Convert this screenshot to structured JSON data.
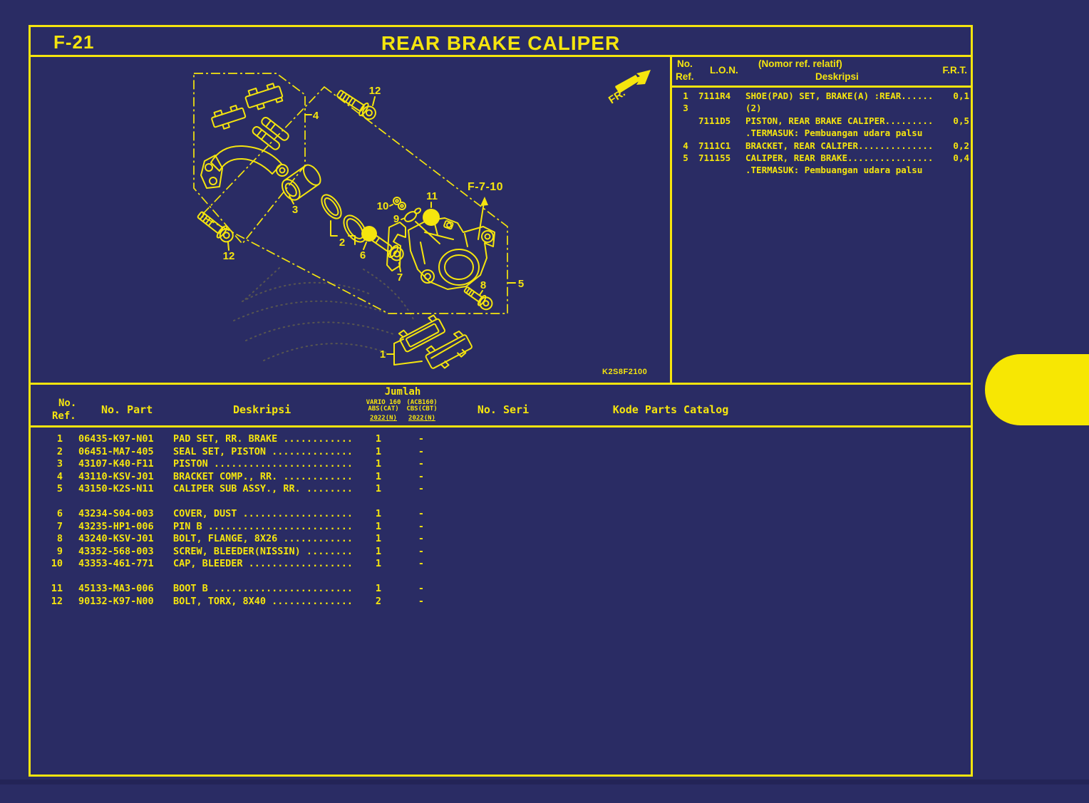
{
  "page": {
    "code": "F-21",
    "title": "REAR BRAKE CALIPER"
  },
  "colors": {
    "background": "#2a2c64",
    "accent_yellow": "#f5e50e"
  },
  "lon_table": {
    "headers": {
      "no": "No.",
      "ref": "Ref.",
      "lon": "L.O.N.",
      "desc_note": "(Nomor ref. relatif)",
      "desc": "Deskripsi",
      "frt": "F.R.T."
    },
    "rows": [
      {
        "ref": "1",
        "lon": "7111R4",
        "desc": "SHOE(PAD) SET, BRAKE(A) :REAR......",
        "frt": "0,1"
      },
      {
        "ref": "3",
        "lon": "",
        "desc": "(2)",
        "frt": ""
      },
      {
        "ref": "",
        "lon": "7111D5",
        "desc": "PISTON, REAR BRAKE CALIPER.........",
        "frt": "0,5"
      },
      {
        "ref": "",
        "lon": "",
        "desc": ".TERMASUK: Pembuangan udara palsu",
        "frt": ""
      },
      {
        "ref": "4",
        "lon": "7111C1",
        "desc": "BRACKET, REAR CALIPER..............",
        "frt": "0,2"
      },
      {
        "ref": "5",
        "lon": "711155",
        "desc": "CALIPER, REAR BRAKE................",
        "frt": "0,4"
      },
      {
        "ref": "",
        "lon": "",
        "desc": ".TERMASUK: Pembuangan udara palsu",
        "frt": ""
      }
    ]
  },
  "parts_table": {
    "headers": {
      "no": "No.",
      "ref": "Ref.",
      "part": "No. Part",
      "desc": "Deskripsi",
      "jumlah": "Jumlah",
      "variant1_line1": "VARIO 160",
      "variant1_line2": "ABS(CAT)",
      "variant1_line3": "2022(N)",
      "variant2_line1": "(ACB160)",
      "variant2_line2": "CBS(CBT)",
      "variant2_line3": "2022(N)",
      "seri": "No. Seri",
      "kode": "Kode Parts Catalog"
    },
    "rows": [
      {
        "ref": "1",
        "part": "06435-K97-N01",
        "desc": "PAD SET, RR. BRAKE ............",
        "qty_abs": "1",
        "qty_cbs": "-"
      },
      {
        "ref": "2",
        "part": "06451-MA7-405",
        "desc": "SEAL SET, PISTON ..............",
        "qty_abs": "1",
        "qty_cbs": "-"
      },
      {
        "ref": "3",
        "part": "43107-K40-F11",
        "desc": "PISTON ........................",
        "qty_abs": "1",
        "qty_cbs": "-"
      },
      {
        "ref": "4",
        "part": "43110-KSV-J01",
        "desc": "BRACKET COMP., RR. ............",
        "qty_abs": "1",
        "qty_cbs": "-"
      },
      {
        "ref": "5",
        "part": "43150-K2S-N11",
        "desc": "CALIPER SUB ASSY., RR. ........",
        "qty_abs": "1",
        "qty_cbs": "-"
      },
      {
        "ref": "6",
        "part": "43234-S04-003",
        "desc": "COVER, DUST ...................",
        "qty_abs": "1",
        "qty_cbs": "-",
        "gap": true
      },
      {
        "ref": "7",
        "part": "43235-HP1-006",
        "desc": "PIN B .........................",
        "qty_abs": "1",
        "qty_cbs": "-"
      },
      {
        "ref": "8",
        "part": "43240-KSV-J01",
        "desc": "BOLT, FLANGE, 8X26 ............",
        "qty_abs": "1",
        "qty_cbs": "-"
      },
      {
        "ref": "9",
        "part": "43352-568-003",
        "desc": "SCREW, BLEEDER(NISSIN) ........",
        "qty_abs": "1",
        "qty_cbs": "-"
      },
      {
        "ref": "10",
        "part": "43353-461-771",
        "desc": "CAP, BLEEDER ..................",
        "qty_abs": "1",
        "qty_cbs": "-"
      },
      {
        "ref": "11",
        "part": "45133-MA3-006",
        "desc": "BOOT B ........................",
        "qty_abs": "1",
        "qty_cbs": "-",
        "gap": true
      },
      {
        "ref": "12",
        "part": "90132-K97-N00",
        "desc": "BOLT, TORX, 8X40 ..............",
        "qty_abs": "2",
        "qty_cbs": "-"
      }
    ]
  },
  "diagram": {
    "fr_label": "FR.",
    "figure_ref": "F-7-10",
    "drawing_code": "K2S8F2100",
    "callouts": {
      "c1": "1",
      "c2": "2",
      "c3": "3",
      "c4": "4",
      "c5": "5",
      "c6": "6",
      "c7": "7",
      "c8": "8",
      "c9": "9",
      "c10": "10",
      "c11": "11",
      "c12": "12"
    }
  }
}
